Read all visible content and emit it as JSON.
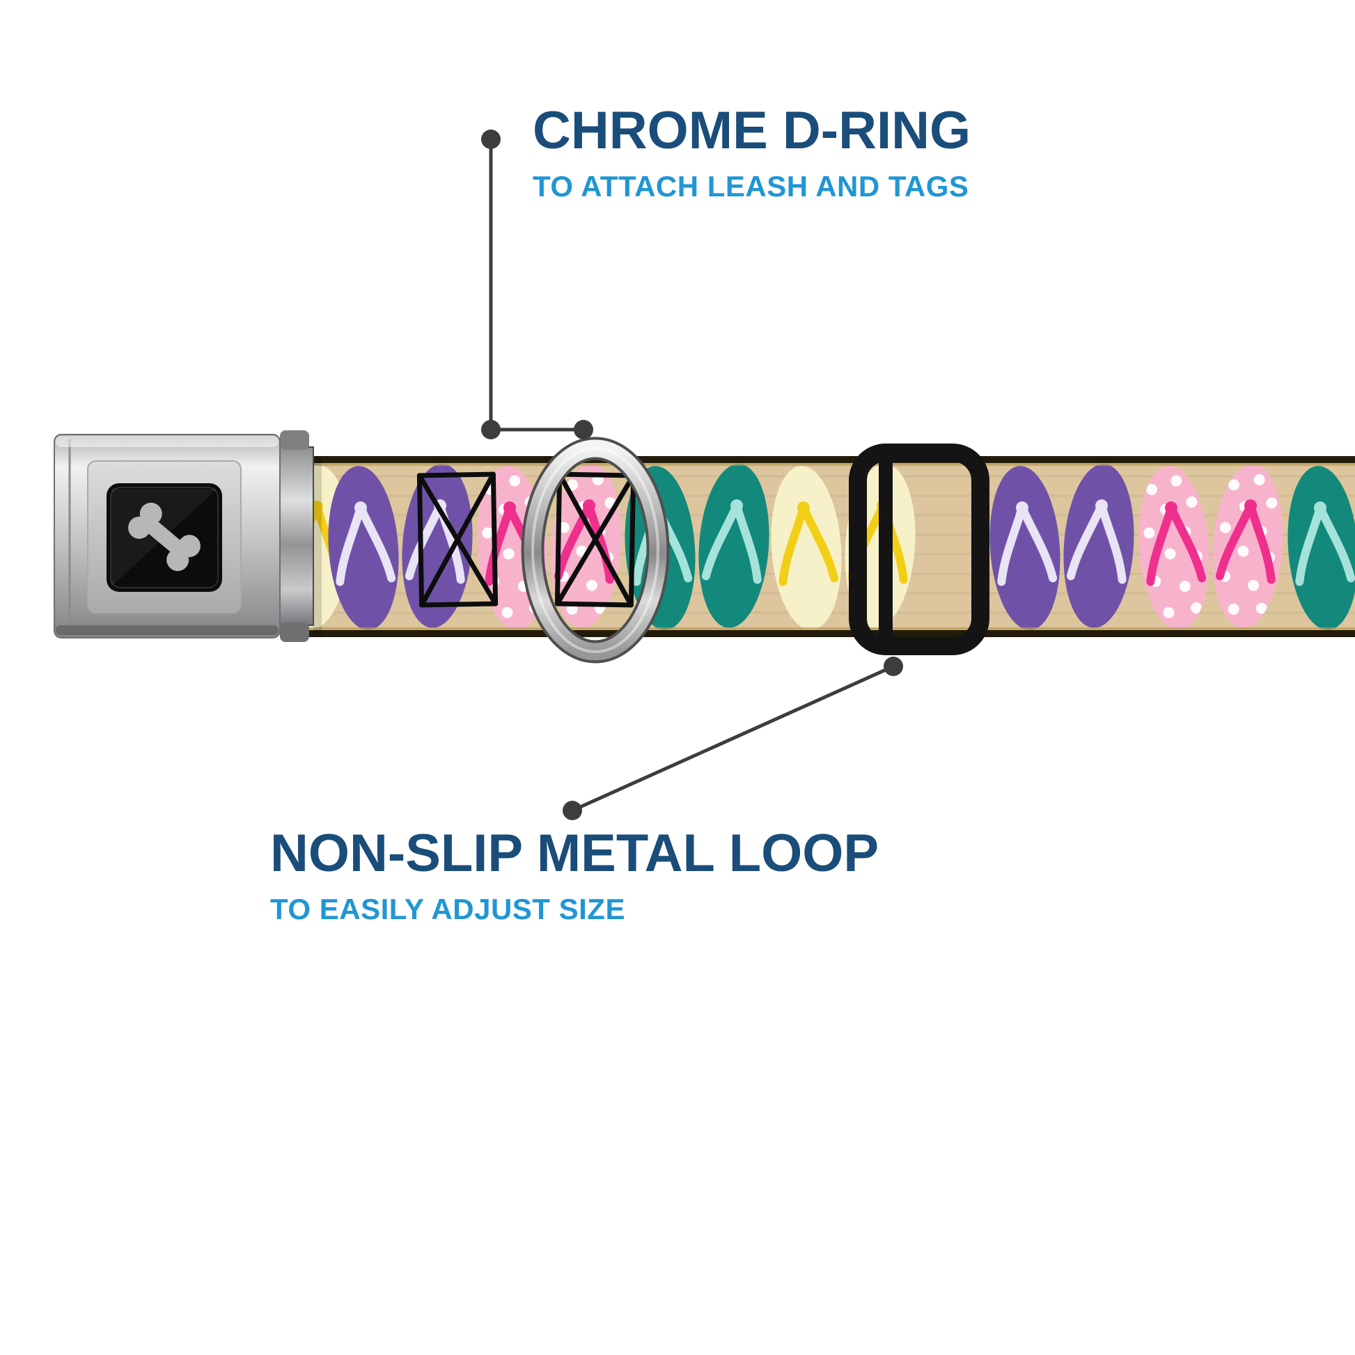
{
  "callouts": {
    "dring": {
      "title": "CHROME D-RING",
      "subtitle": "TO ATTACH LEASH AND TAGS"
    },
    "loop": {
      "title": "NON-SLIP METAL LOOP",
      "subtitle": "TO EASILY ADJUST SIZE"
    }
  },
  "product": {
    "type": "seatbelt buckle dog collar",
    "pattern": "flip flops on tan webbing",
    "parts": [
      "seatbelt buckle with dog bone logo",
      "chrome d-ring",
      "non-slip metal loop"
    ]
  },
  "colors": {
    "title_blue": "#1a4d79",
    "subtitle_blue": "#2096d4",
    "connector_gray": "#3d3d3d",
    "strap_tan": "#ddc69d",
    "strap_edge": "#221b0c",
    "hardware_black": "#141414",
    "bone_gray": "#b7b7b7",
    "buckle_center_black": "#0c0c0c",
    "flip_flop_purple": "#6f52a8",
    "flip_flop_purple_strap": "#e9e3f6",
    "flip_flop_pink": "#f7b3cc",
    "flip_flop_pink_strap": "#ef2f8d",
    "flip_flop_teal": "#12897b",
    "flip_flop_teal_strap": "#a5e3da",
    "flip_flop_cream": "#f7f1c9",
    "flip_flop_cream_strap": "#f2cf16"
  }
}
